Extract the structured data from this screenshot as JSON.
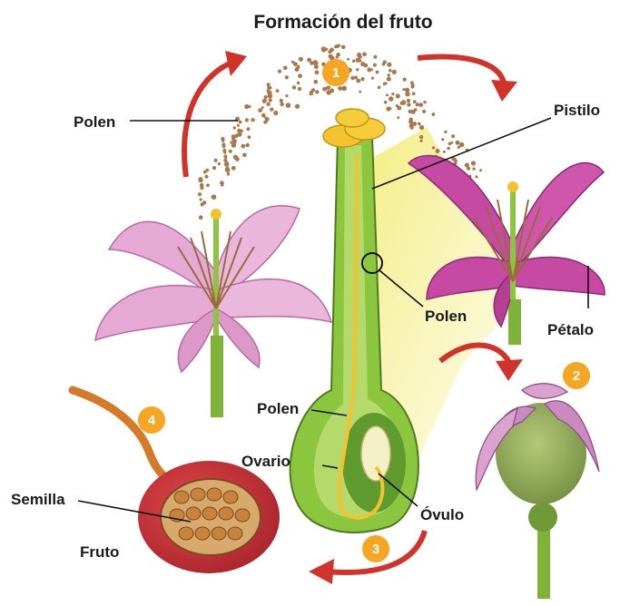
{
  "title": "Formación del fruto",
  "labels": {
    "polen_top": "Polen",
    "pistilo": "Pistilo",
    "polen_mid": "Polen",
    "petalo": "Pétalo",
    "polen_low": "Polen",
    "ovario": "Ovario",
    "ovulo": "Óvulo",
    "semilla": "Semilla",
    "fruto": "Fruto"
  },
  "steps": [
    "1",
    "2",
    "3",
    "4"
  ],
  "colors": {
    "badge": "#f5a623",
    "arrow": "#d1332b",
    "pollen": "#a8794e",
    "stem_green": "#7fb23a",
    "pistil_green": "#8cc63f",
    "pollen_tube": "#f2c230",
    "light_petal": "#e6a9d6",
    "dark_petal": "#c64aa3",
    "fruit_red": "#c9333a",
    "seed": "#c8823b",
    "highlight_yellow": "#f3ec7a"
  }
}
